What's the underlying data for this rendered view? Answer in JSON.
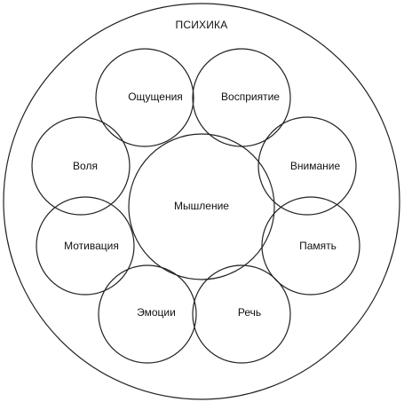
{
  "diagram": {
    "title": "ПСИХИКА",
    "center_label": "Мышление",
    "labels": {
      "sensations": "Ощущения",
      "perception": "Восприятие",
      "attention": "Внимание",
      "memory": "Память",
      "speech": "Речь",
      "emotions": "Эмоции",
      "motivation": "Мотивация",
      "will": "Воля"
    },
    "colors": {
      "stroke": "#222222",
      "background": "#ffffff",
      "text": "#111111"
    }
  }
}
